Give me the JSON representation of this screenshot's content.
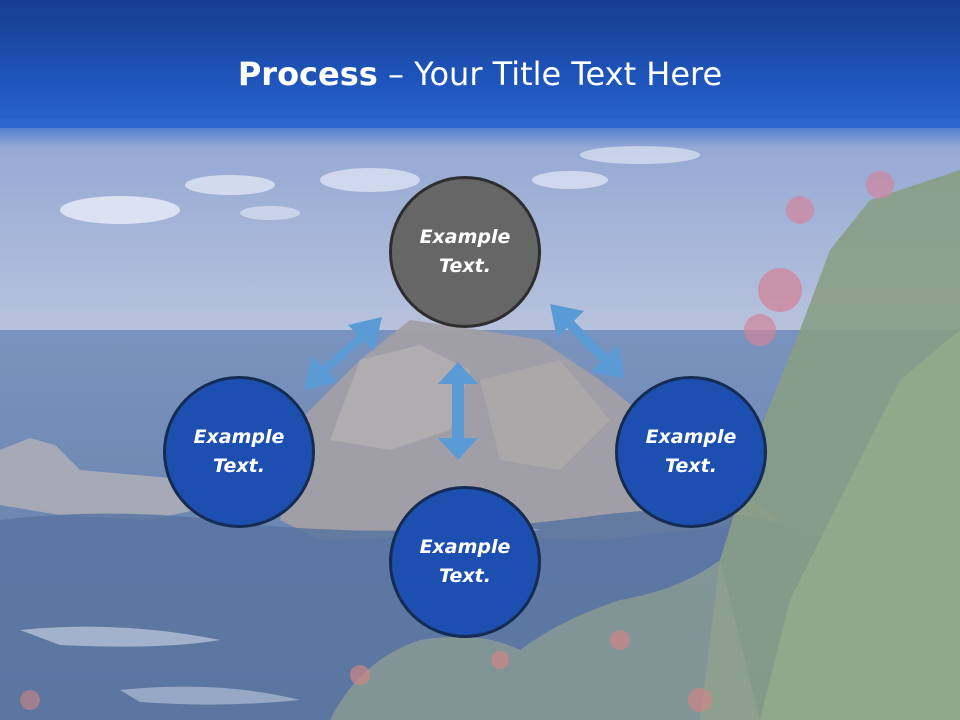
{
  "title": {
    "bold": "Process",
    "rest": " – Your Title Text Here"
  },
  "nodes": {
    "top": {
      "line1": "Example",
      "line2": "Text."
    },
    "left": {
      "line1": "Example",
      "line2": "Text."
    },
    "right": {
      "line1": "Example",
      "line2": "Text."
    },
    "bottom": {
      "line1": "Example",
      "line2": "Text."
    }
  },
  "colors": {
    "header": "#1f56bd",
    "node_top": "#666666",
    "node_blue": "#1c4fb0",
    "arrow": "#5b9bd5"
  }
}
